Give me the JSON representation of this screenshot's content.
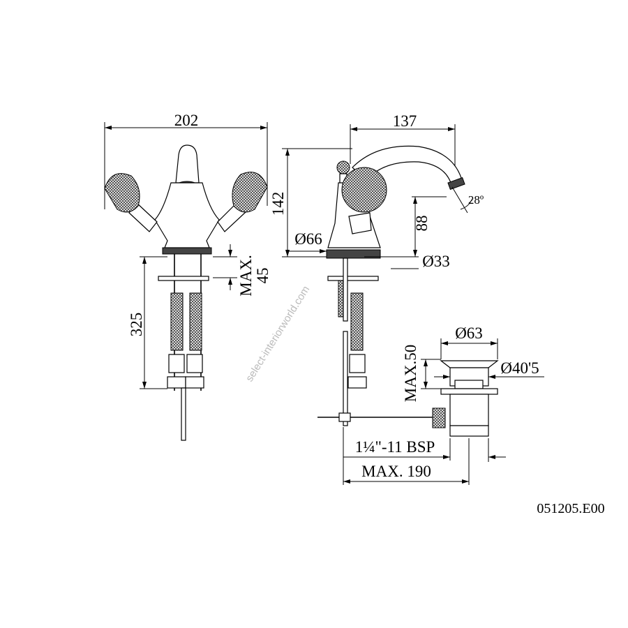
{
  "drawing": {
    "front_view": {
      "width_label": "202",
      "depth_label": "325",
      "max_thickness_label": "MAX.\n45"
    },
    "side_view": {
      "reach_label": "137",
      "height_label": "142",
      "spout_height_label": "88",
      "angle_label": "28º",
      "base_diameter_label": "Ø66",
      "spout_diameter_label": "Ø33"
    },
    "waste": {
      "flange_diameter_label": "Ø63",
      "hole_diameter_label": "Ø40'5",
      "max_thickness_label": "MAX.50",
      "thread_label": "1¼\"-11 BSP",
      "max_length_label": "MAX. 190"
    },
    "drawing_code": "051205.E00",
    "watermark": "select-interiorworld.com"
  }
}
